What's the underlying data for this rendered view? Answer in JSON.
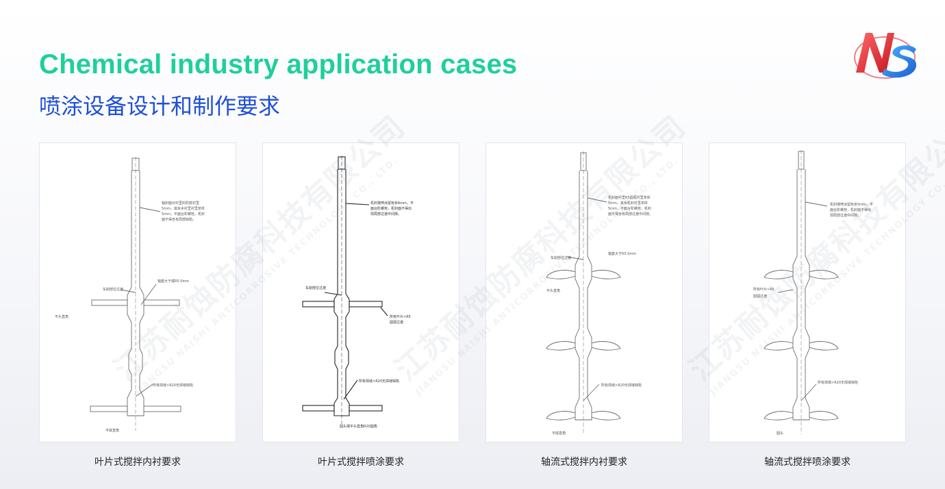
{
  "header": {
    "title_en": "Chemical industry application cases",
    "title_cn": "喷涂设备设计和制作要求",
    "logo_text": "NS"
  },
  "watermark": {
    "cn": "江苏耐蚀防腐科技有限公司",
    "en": "JIANGSU NAISHI ANTICORROSIVE TECHNOLOGY CO., LTD."
  },
  "colors": {
    "title_en": "#1fcf9c",
    "title_cn": "#1f4fd8",
    "logo_red": "#e32c3c",
    "logo_blue": "#1f6fd8"
  },
  "panels": [
    {
      "caption": "叶片式搅拌内衬要求",
      "notes": [
        "轴封面对衬里的防腐衬里",
        "5mm，其余水衬里衬里单体",
        "5mm，平面台阶螺栓，机封",
        "面不得含有局部缺陷。"
      ],
      "labels": [
        "车削部位过渡",
        "轴套大于或R5.0mm",
        "平头直角",
        "所有焊缝>R20无焊缝缺陷",
        "平底直角"
      ]
    },
    {
      "caption": "叶片式搅拌喷涂要求",
      "notes": [
        "机封端喷涂留有余6mm，平",
        "面台阶螺栓，机封面不得出",
        "现局部过渡中间隙。"
      ],
      "labels": [
        "车削部位过渡",
        "所有叶片>R5",
        "圆弧过渡",
        "所有焊缝>R20无焊缝缺陷",
        "圆头端平头直角R20圆角"
      ]
    },
    {
      "caption": "轴流式搅拌内衬要求",
      "notes": [
        "机封面衬里R5圆弧衬里单体",
        "5mm，其余机封衬里单体",
        "5mm，平面台阶螺栓，机封",
        "面不得含有局部过渡中间隙。"
      ],
      "labels": [
        "车削部位过渡",
        "轴套大于R5.0mm",
        "平头直角",
        "所有焊缝>R20无焊缝缺陷",
        "平底直角"
      ]
    },
    {
      "caption": "轴流式搅拌喷涂要求",
      "notes": [
        "机封端喷涂留有余5mm，平",
        "面台阶螺栓，机封面不得出",
        "现局部过渡中间隙。"
      ],
      "labels": [
        "所有叶片>R5",
        "圆弧过渡",
        "所有焊缝>R20无焊缝缺陷",
        "圆头"
      ]
    }
  ]
}
